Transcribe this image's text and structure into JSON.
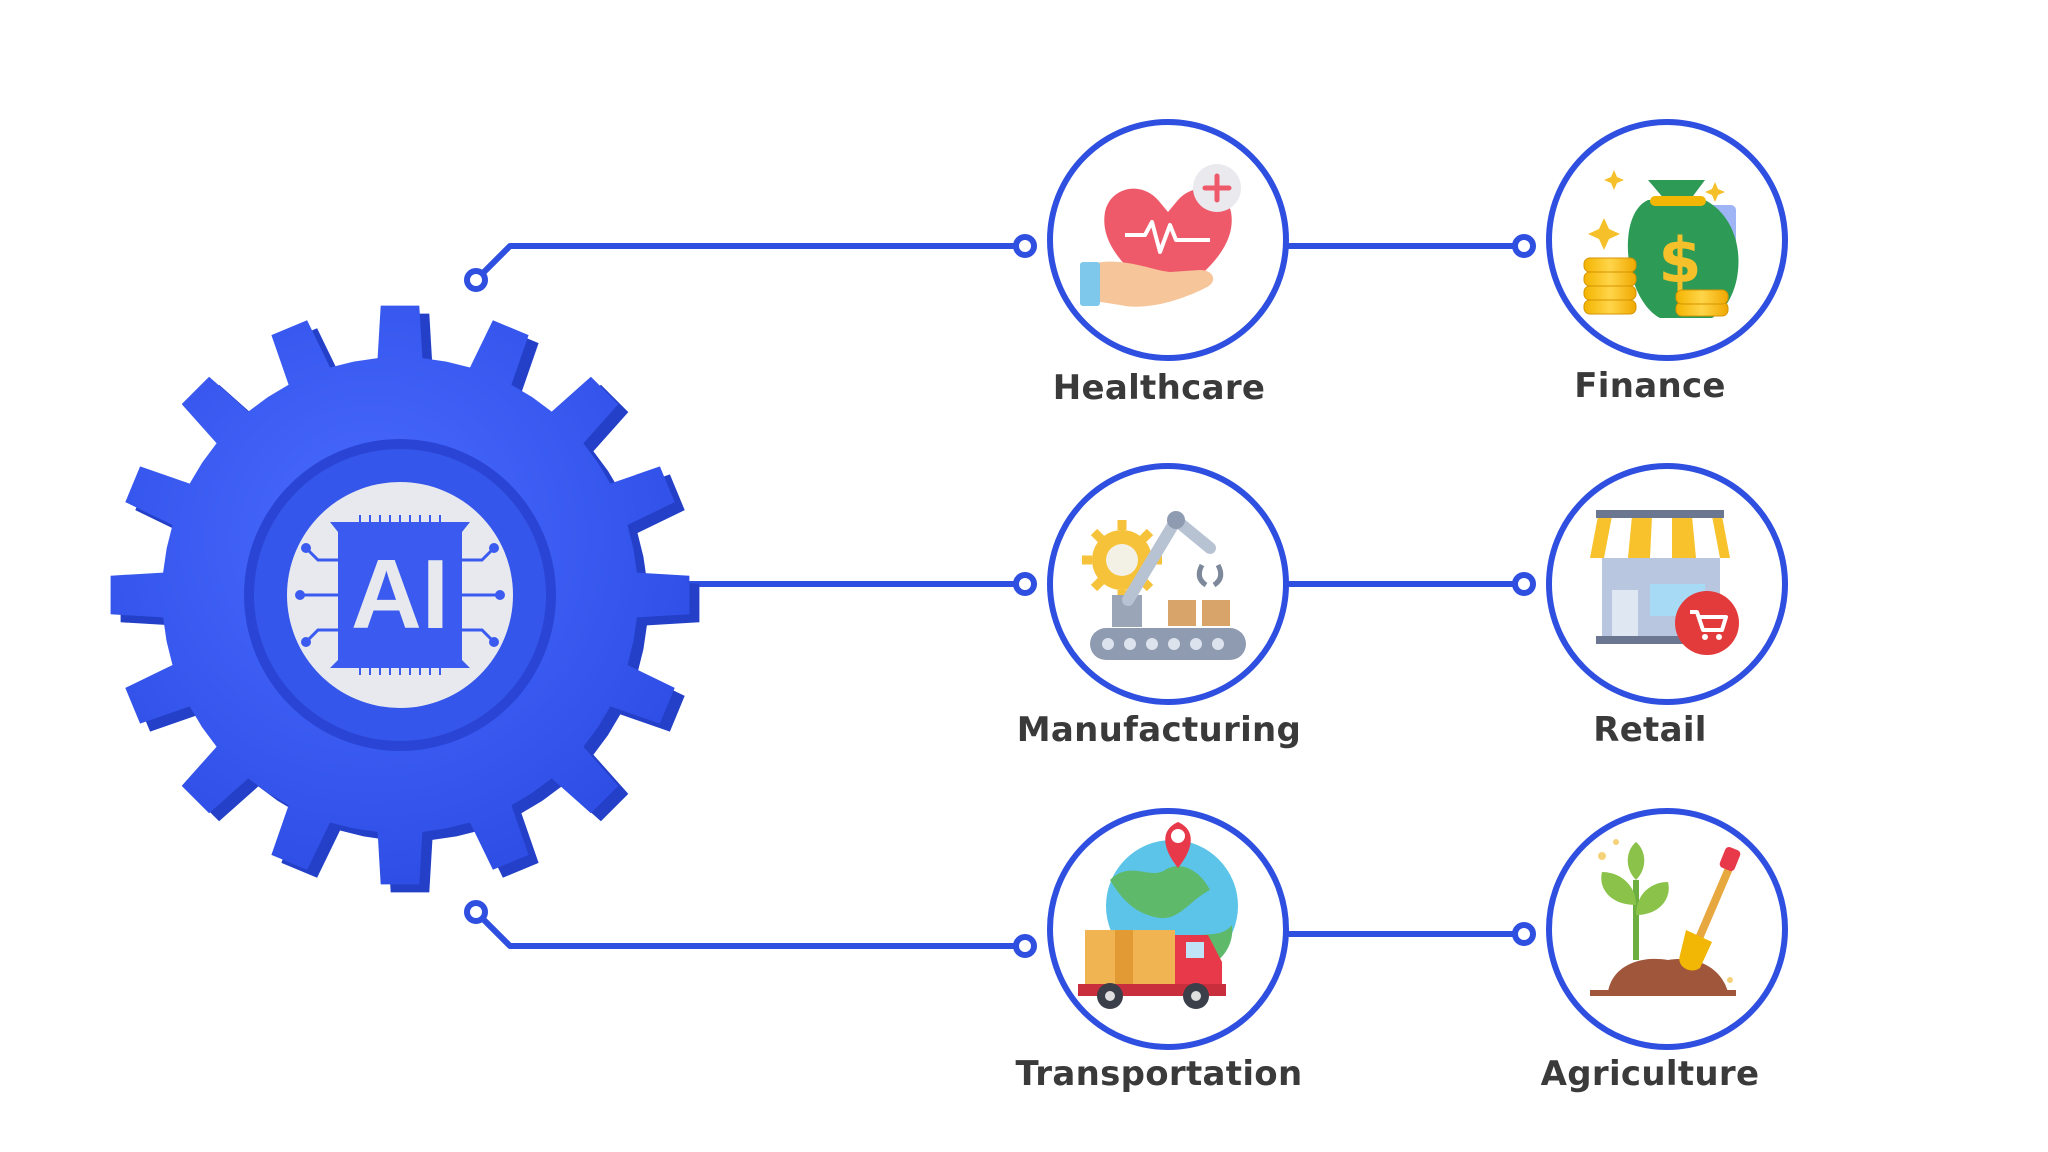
{
  "center": {
    "label": "AI",
    "icon": "ai-chip-icon",
    "gear_color": "#3b5bf0"
  },
  "accent_color": "#2f4fe0",
  "nodes": [
    {
      "id": "healthcare",
      "label": "Healthcare",
      "icon": "heart-hand-icon"
    },
    {
      "id": "finance",
      "label": "Finance",
      "icon": "money-bag-icon"
    },
    {
      "id": "manufacturing",
      "label": "Manufacturing",
      "icon": "robot-arm-conveyor-icon"
    },
    {
      "id": "retail",
      "label": "Retail",
      "icon": "store-cart-icon"
    },
    {
      "id": "transportation",
      "label": "Transportation",
      "icon": "delivery-truck-globe-icon"
    },
    {
      "id": "agriculture",
      "label": "Agriculture",
      "icon": "plant-shovel-icon"
    }
  ]
}
